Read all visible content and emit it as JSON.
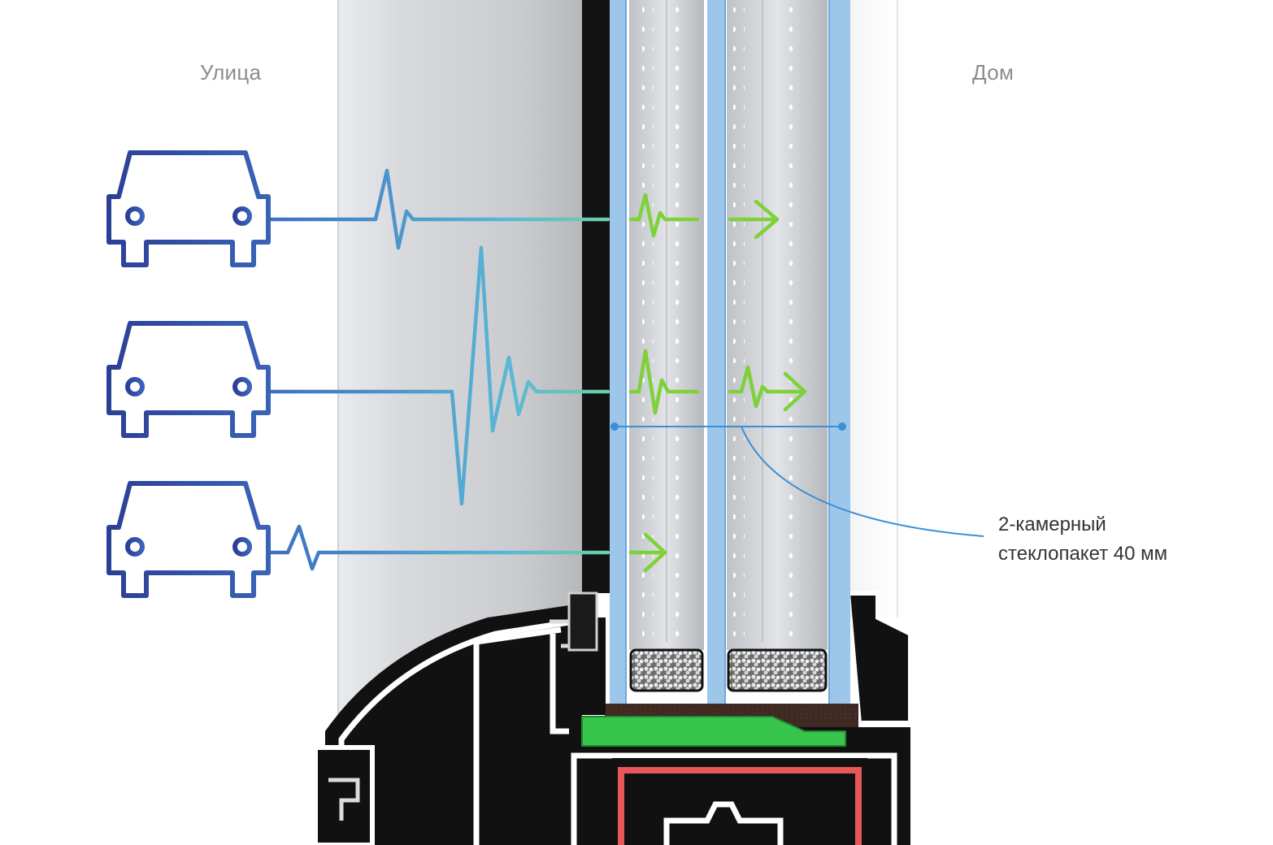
{
  "labels": {
    "outside": "Улица",
    "inside": "Дом"
  },
  "callout": {
    "line1": "2-камерный",
    "line2": "стеклопакет 40 мм"
  },
  "icons": {
    "source": "car-icon",
    "direction": "arrow-right-icon"
  },
  "colors": {
    "car_outline": "#2e4aa0",
    "wave_start": "#3d6fc0",
    "wave_mid": "#5ab8d6",
    "wave_end": "#7ed13a",
    "glass": "#9cc6ea",
    "frame_black": "#111111",
    "frame_white": "#ffffff",
    "green_seal": "#37c54c",
    "reinforcement_red": "#e8575a",
    "callout_line": "#3a8fd6"
  }
}
